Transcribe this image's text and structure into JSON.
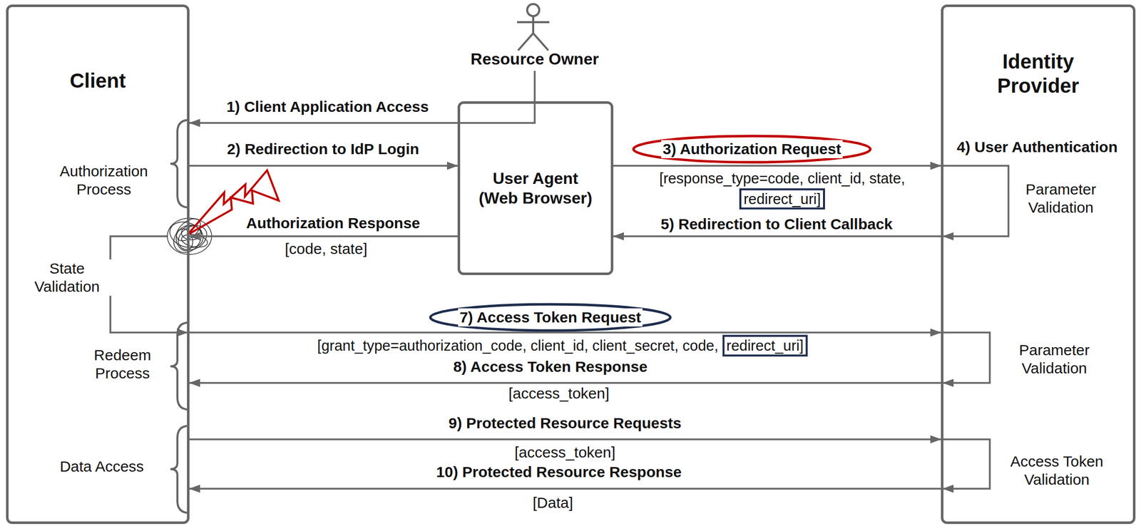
{
  "diagram": {
    "nodes": [
      {
        "text": [
          "Client"
        ]
      },
      {
        "text": [
          "Resource Owner"
        ]
      },
      {
        "text": [
          "User Agent (Web Browser)"
        ]
      },
      {
        "text": [
          "Identity Provider"
        ]
      }
    ],
    "edges": [
      {
        "from": 1,
        "to": 0,
        "arrow": "to",
        "label": "1) Client Application Access"
      },
      {
        "from": 0,
        "to": 2,
        "arrow": "to",
        "label": "2) Redirection to IdP Login"
      },
      {
        "from": 2,
        "to": 3,
        "arrow": "to",
        "label": "3) Authorization Request"
      },
      {
        "from": 3,
        "to": 2,
        "arrow": "to",
        "label": "5) Redirection to Client Callback"
      },
      {
        "from": 2,
        "to": 0,
        "arrow": "to",
        "label": "Authorization Response"
      },
      {
        "from": 0,
        "to": 3,
        "arrow": "to",
        "label": "7) Access Token Request"
      },
      {
        "from": 3,
        "to": 0,
        "arrow": "to",
        "label": "8) Access Token Response"
      },
      {
        "from": 0,
        "to": 3,
        "arrow": "to",
        "label": "9) Protected Resource Requests"
      },
      {
        "from": 3,
        "to": 0,
        "arrow": "to",
        "label": "10) Protected Resource Response"
      }
    ],
    "labels": [
      "Authorization Process",
      "State Validation",
      "Redeem Process",
      "Data Access",
      "4) User Authentication",
      "Parameter Validation",
      "Parameter Validation",
      "Access Token Validation",
      "[response_type=code, client_id, state,",
      "redirect_uri]",
      "[code, state]",
      "[grant_type=authorization_code, client_id, client_secret, code,",
      "redirect_uri]",
      "[access_token]",
      "[access_token]",
      "[Data]"
    ]
  }
}
